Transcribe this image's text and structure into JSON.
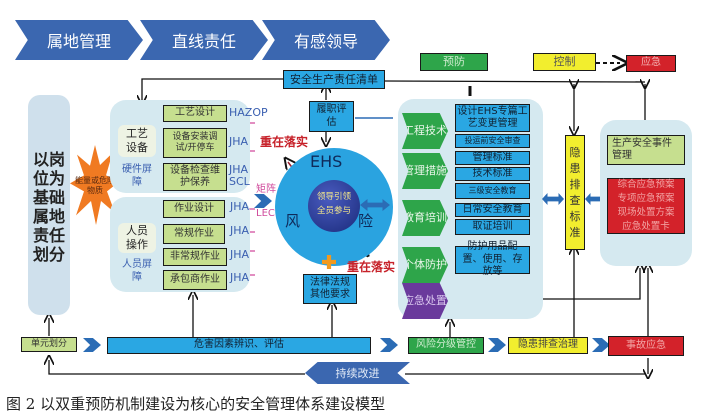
{
  "header": {
    "steps": [
      "属地管理",
      "直线责任",
      "有感领导"
    ]
  },
  "legend": {
    "prevent": "预防",
    "control": "控制",
    "emergency": "应急"
  },
  "top": {
    "responsibility_list": "安全生产责任清单",
    "duty_eval": "履职评估"
  },
  "left_column": {
    "title": "以岗位为基础属地责任划分",
    "burst": "能量或危险物质"
  },
  "hardware": {
    "category": "工艺设备",
    "barrier": "硬件屏障",
    "items": [
      {
        "label": "工艺设计",
        "method": "HAZOP"
      },
      {
        "label": "设备安装调试/开停车",
        "method": "JHA"
      },
      {
        "label": "设备检查维护保养",
        "method": "JHA SCL"
      }
    ]
  },
  "personnel": {
    "category": "人员操作",
    "barrier": "人员屏障",
    "items": [
      {
        "label": "作业设计",
        "method": "JHA"
      },
      {
        "label": "常规作业",
        "method": "JHA"
      },
      {
        "label": "非常规作业",
        "method": "JHA"
      },
      {
        "label": "承包商作业",
        "method": "JHA"
      }
    ]
  },
  "matrix": {
    "label1": "矩阵",
    "label2": "LEC"
  },
  "center": {
    "title": "EHS",
    "inner1": "领导引领",
    "inner2": "全员参与",
    "left_char": "风",
    "right_char": "险",
    "focus_top": "重在落实",
    "focus_bottom": "重在落实",
    "law": "法律法规其他要求"
  },
  "measures": {
    "groups": [
      {
        "category": "工程技术",
        "items": [
          "设计EHS专篇工艺变更管理",
          "投运前安全审查"
        ]
      },
      {
        "category": "管理措施",
        "items": [
          "管理标准",
          "技术标准"
        ]
      },
      {
        "category": "教育培训",
        "items": [
          "三级安全教育",
          "日常安全教育",
          "取证培训"
        ]
      },
      {
        "category": "个体防护",
        "items": [
          "防护用品配置、使用、存放等"
        ]
      },
      {
        "category": "应急处置",
        "items": []
      }
    ]
  },
  "hidden_danger_std": "隐患排查标准",
  "emergency_panel": {
    "event_mgmt": "生产安全事件管理",
    "plans": "综合应急预案专项应急预案现场处置方案应急处置卡"
  },
  "bottom_flow": {
    "unit_division": "单元划分",
    "hazard_id": "危害因素辨识、评估",
    "risk_control": "风险分级管控",
    "hidden_danger": "隐患排查治理",
    "accident_emergency": "事故应急",
    "continuous_improve": "持续改进"
  },
  "caption": "图 2  以双重预防机制建设为核心的安全管理体系建设模型",
  "colors": {
    "chevron_blue": "#3b67b0",
    "prevent_green": "#2ea54a",
    "control_yellow": "#f2ee2e",
    "emergency_red": "#d3222a",
    "box_blue": "#2aa7e3",
    "light_green": "#c6df8f",
    "panel_bg": "#d5e9f0",
    "purple": "#6a3a9c"
  }
}
